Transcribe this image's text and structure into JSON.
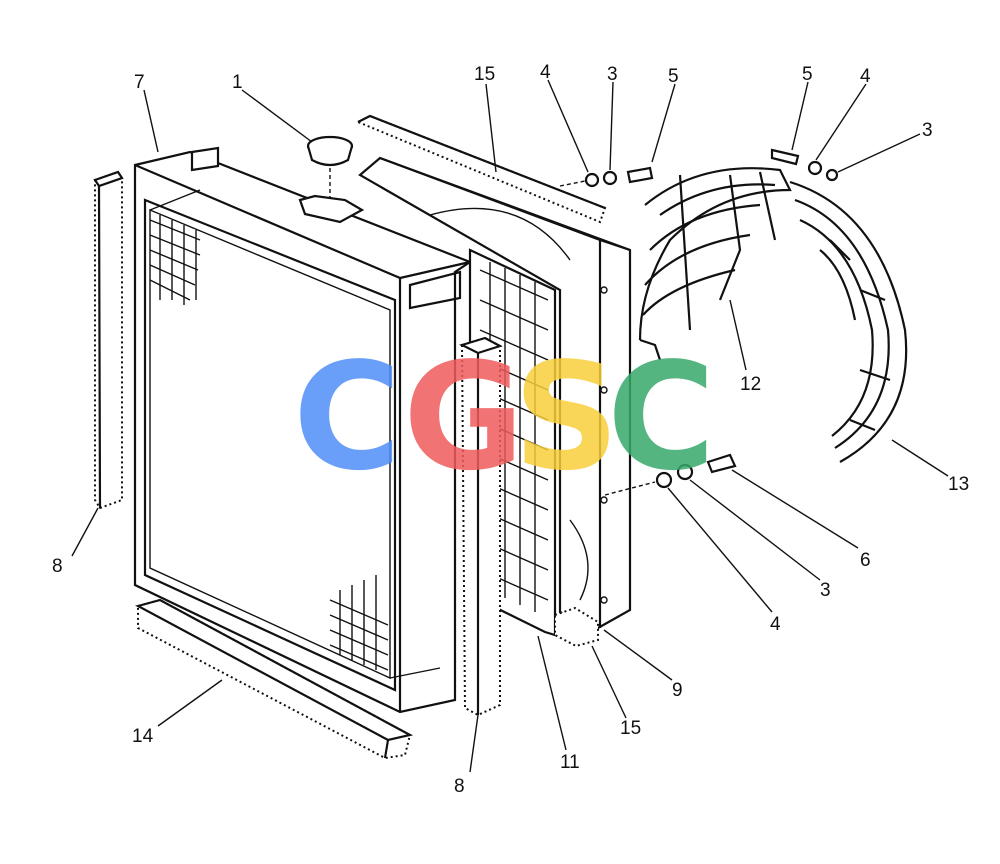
{
  "diagram": {
    "callouts": [
      {
        "id": "c1",
        "text": "1"
      },
      {
        "id": "c7",
        "text": "7"
      },
      {
        "id": "c15a",
        "text": "15"
      },
      {
        "id": "c4a",
        "text": "4"
      },
      {
        "id": "c3a",
        "text": "3"
      },
      {
        "id": "c5a",
        "text": "5"
      },
      {
        "id": "c5b",
        "text": "5"
      },
      {
        "id": "c4b",
        "text": "4"
      },
      {
        "id": "c3b",
        "text": "3"
      },
      {
        "id": "c12",
        "text": "12"
      },
      {
        "id": "c13",
        "text": "13"
      },
      {
        "id": "c6",
        "text": "6"
      },
      {
        "id": "c3c",
        "text": "3"
      },
      {
        "id": "c4c",
        "text": "4"
      },
      {
        "id": "c9",
        "text": "9"
      },
      {
        "id": "c15b",
        "text": "15"
      },
      {
        "id": "c11",
        "text": "11"
      },
      {
        "id": "c8a",
        "text": "8"
      },
      {
        "id": "c8b",
        "text": "8"
      },
      {
        "id": "c14",
        "text": "14"
      }
    ],
    "watermark": {
      "letters": [
        "C",
        "G",
        "S",
        "C"
      ],
      "colors": [
        "#4f8ff7",
        "#ef5b5b",
        "#f8cf3b",
        "#38a96a"
      ]
    }
  }
}
